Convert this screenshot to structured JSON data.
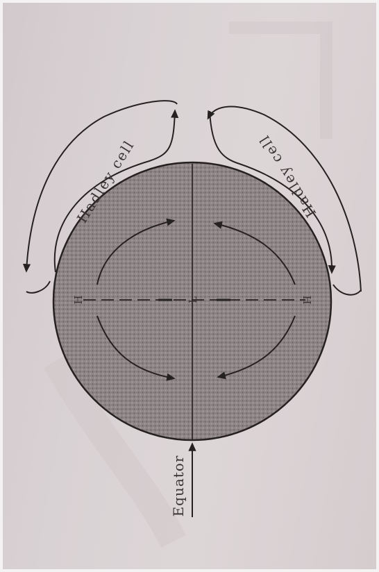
{
  "figure": {
    "labels": {
      "hadley_left": "Hadley cell",
      "hadley_right": "Hadley cell",
      "equator": "Equator",
      "pole_left": "H",
      "center": "L",
      "pole_right": "H"
    },
    "colors": {
      "paper": "#d9d2d4",
      "globe_fill": "#8a8182",
      "ink": "#262121"
    }
  }
}
